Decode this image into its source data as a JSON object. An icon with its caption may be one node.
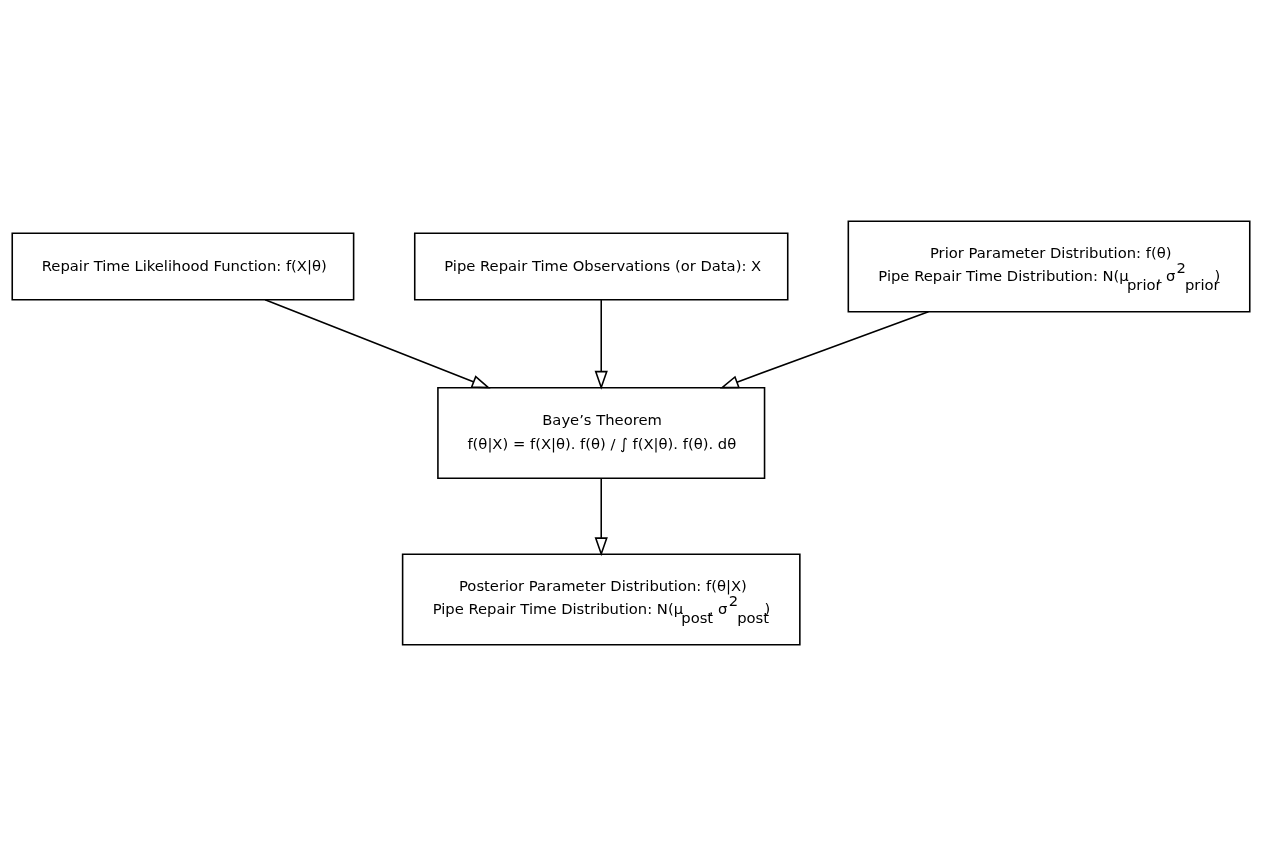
{
  "diagram": {
    "nodes": [
      {
        "text": [
          "Repair Time Likelihood Function: f(X|θ)"
        ]
      },
      {
        "text": [
          "Pipe Repair Time Observations (or Data): X"
        ]
      },
      {
        "text": [
          "Prior Parameter Distribution: f(θ)",
          "Pipe Repair Time Distribution: N(μ$_{prior}$, σ$^{2}$$_{prior}$)"
        ]
      },
      {
        "text": [
          "Baye’s Theorem",
          "f(θ|X) = f(X|θ). f(θ) / ∫ f(X|θ). f(θ). dθ"
        ]
      },
      {
        "text": [
          "Posterior Parameter Distribution: f(θ|X)",
          "Pipe Repair Time Distribution: N(μ$_{post}$, σ$^{2}$$_{post}$)"
        ]
      }
    ],
    "edges": [
      {
        "from": 0,
        "to": 3,
        "arrow": "to"
      },
      {
        "from": 1,
        "to": 3,
        "arrow": "to"
      },
      {
        "from": 2,
        "to": 3,
        "arrow": "to"
      },
      {
        "from": 3,
        "to": 4,
        "arrow": "to"
      }
    ]
  }
}
